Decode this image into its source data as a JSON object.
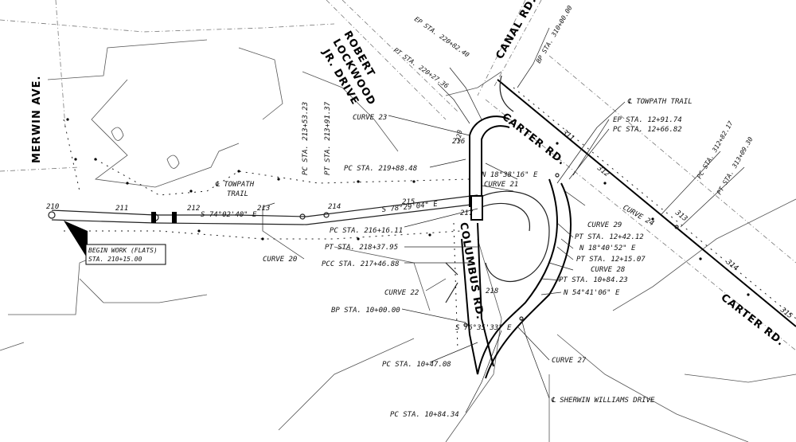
{
  "roads": {
    "merwin_ave": "MERWIN AVE.",
    "robert_lockwood_1": "ROBERT",
    "robert_lockwood_2": "LOCKWOOD",
    "robert_lockwood_3": "JR. DRIVE",
    "canal_rd": "CANAL RD.",
    "carter_rd_upper": "CARTER RD.",
    "carter_rd_lower": "CARTER RD.",
    "columbus_rd": "COLUMBUS RD."
  },
  "stations": {
    "s210": "210",
    "s211": "211",
    "s212": "212",
    "s213": "213",
    "s214": "214",
    "s215": "215",
    "s216": "216",
    "s217": "217",
    "s218": "218",
    "s220": "220",
    "s311": "311",
    "s312": "312",
    "s313": "313",
    "s314": "314",
    "s315": "315"
  },
  "labels": {
    "begin_work_1": "BEGIN WORK (FLATS)",
    "begin_work_2": "STA. 210+15.00",
    "towpath_trail_1": "℄ TOWPATH",
    "towpath_trail_2": "TRAIL",
    "bearing_1": "S 74°02'40\" E",
    "bearing_2": "S 78°29'04\" E",
    "pc_213": "PC STA. 213+53.23",
    "pt_213": "PT STA. 213+91.37",
    "curve_20": "CURVE 20",
    "curve_23": "CURVE 23",
    "pc_219": "PC STA. 219+88.48",
    "pc_216": "PC STA. 216+16.11",
    "pt_218": "PT STA. 218+37.95",
    "pcc_217": "PCC STA. 217+46.88",
    "curve_22": "CURVE 22",
    "bp_10": "BP STA. 10+00.00",
    "pc_1047": "PC STA. 10+47.08",
    "pc_1084": "PC STA. 10+84.34",
    "ep_220": "EP STA. 220+82.40",
    "pt_220": "PT STA. 220+27.36",
    "bp_310": "BP STA. 310+00.00",
    "towpath_trail_right": "℄ TOWPATH TRAIL",
    "ep_1291": "EP STA. 12+91.74",
    "pc_1266": "PC STA. 12+66.82",
    "pc_312": "PC STA. 312+82.17",
    "pt_313": "PT STA. 313+09.30",
    "n18_38": "N 18°38'16\" E",
    "curve_21": "CURVE 21",
    "curve_24": "CURVE 24",
    "curve_29": "CURVE 29",
    "pt_1242": "PT STA. 12+42.12",
    "n18_40": "N 18°40'52\" E",
    "pt_1215": "PT STA. 12+15.07",
    "curve_28": "CURVE 28",
    "pt_1084": "PT STA. 10+84.23",
    "n54": "N 54°41'06\" E",
    "s76": "S 76°35'33\" E",
    "curve_27": "CURVE 27",
    "sherwin": "℄ SHERWIN WILLIAMS DRIVE"
  },
  "colors": {
    "ink": "#000000",
    "light_line": "#777777"
  }
}
